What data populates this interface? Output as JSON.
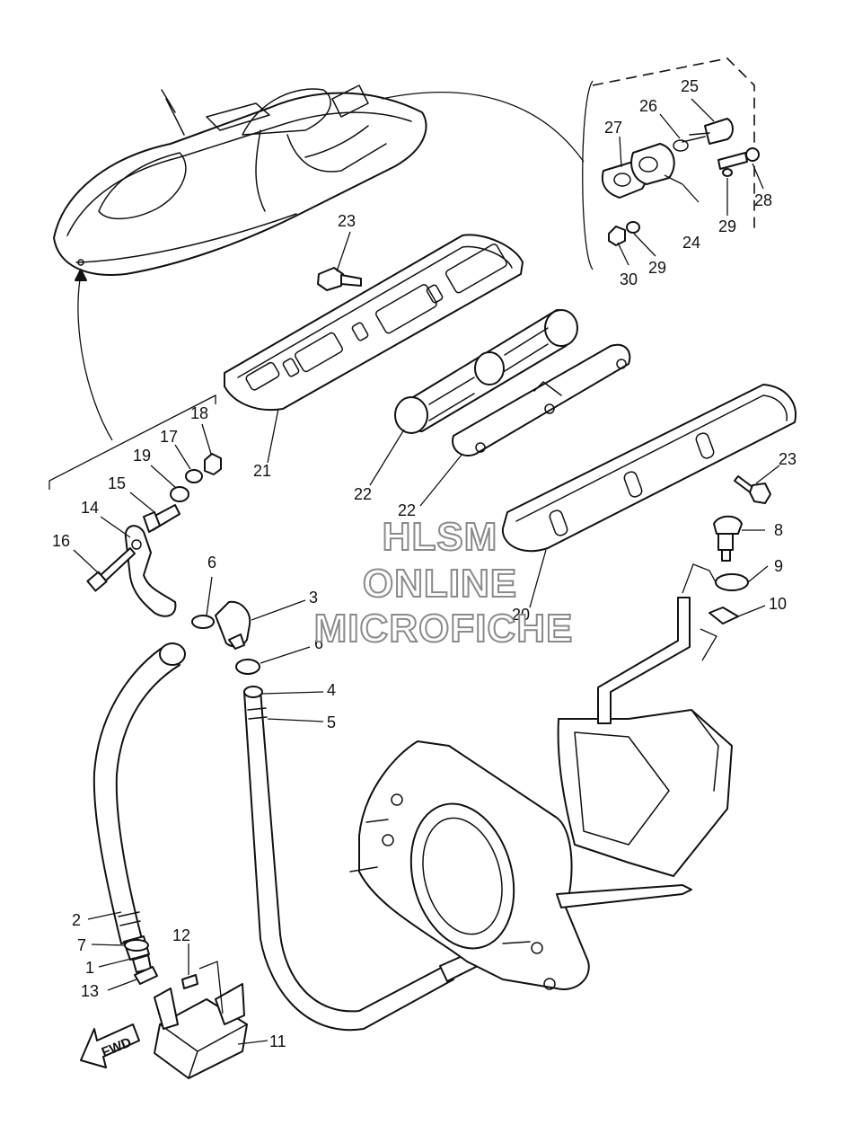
{
  "watermark": {
    "line1": "HLSM",
    "line2": "ONLINE",
    "line3": "MICROFICHE",
    "color": "#8a8a8a"
  },
  "fwd_label": "FWD",
  "callouts": {
    "c1": "1",
    "c2": "2",
    "c3": "3",
    "c4": "4",
    "c5": "5",
    "c6a": "6",
    "c6b": "6",
    "c7": "7",
    "c8": "8",
    "c9": "9",
    "c10": "10",
    "c11": "11",
    "c12": "12",
    "c13": "13",
    "c14": "14",
    "c15": "15",
    "c16": "16",
    "c17": "17",
    "c18": "18",
    "c19": "19",
    "c20": "20",
    "c21": "21",
    "c22a": "22",
    "c22b": "22",
    "c23a": "23",
    "c23b": "23",
    "c24": "24",
    "c25": "25",
    "c26": "26",
    "c27": "27",
    "c28": "28",
    "c29a": "29",
    "c29b": "29",
    "c30": "30"
  },
  "icons": {
    "watercraft": "watercraft-icon",
    "fwd_arrow": "fwd-arrow-icon"
  }
}
